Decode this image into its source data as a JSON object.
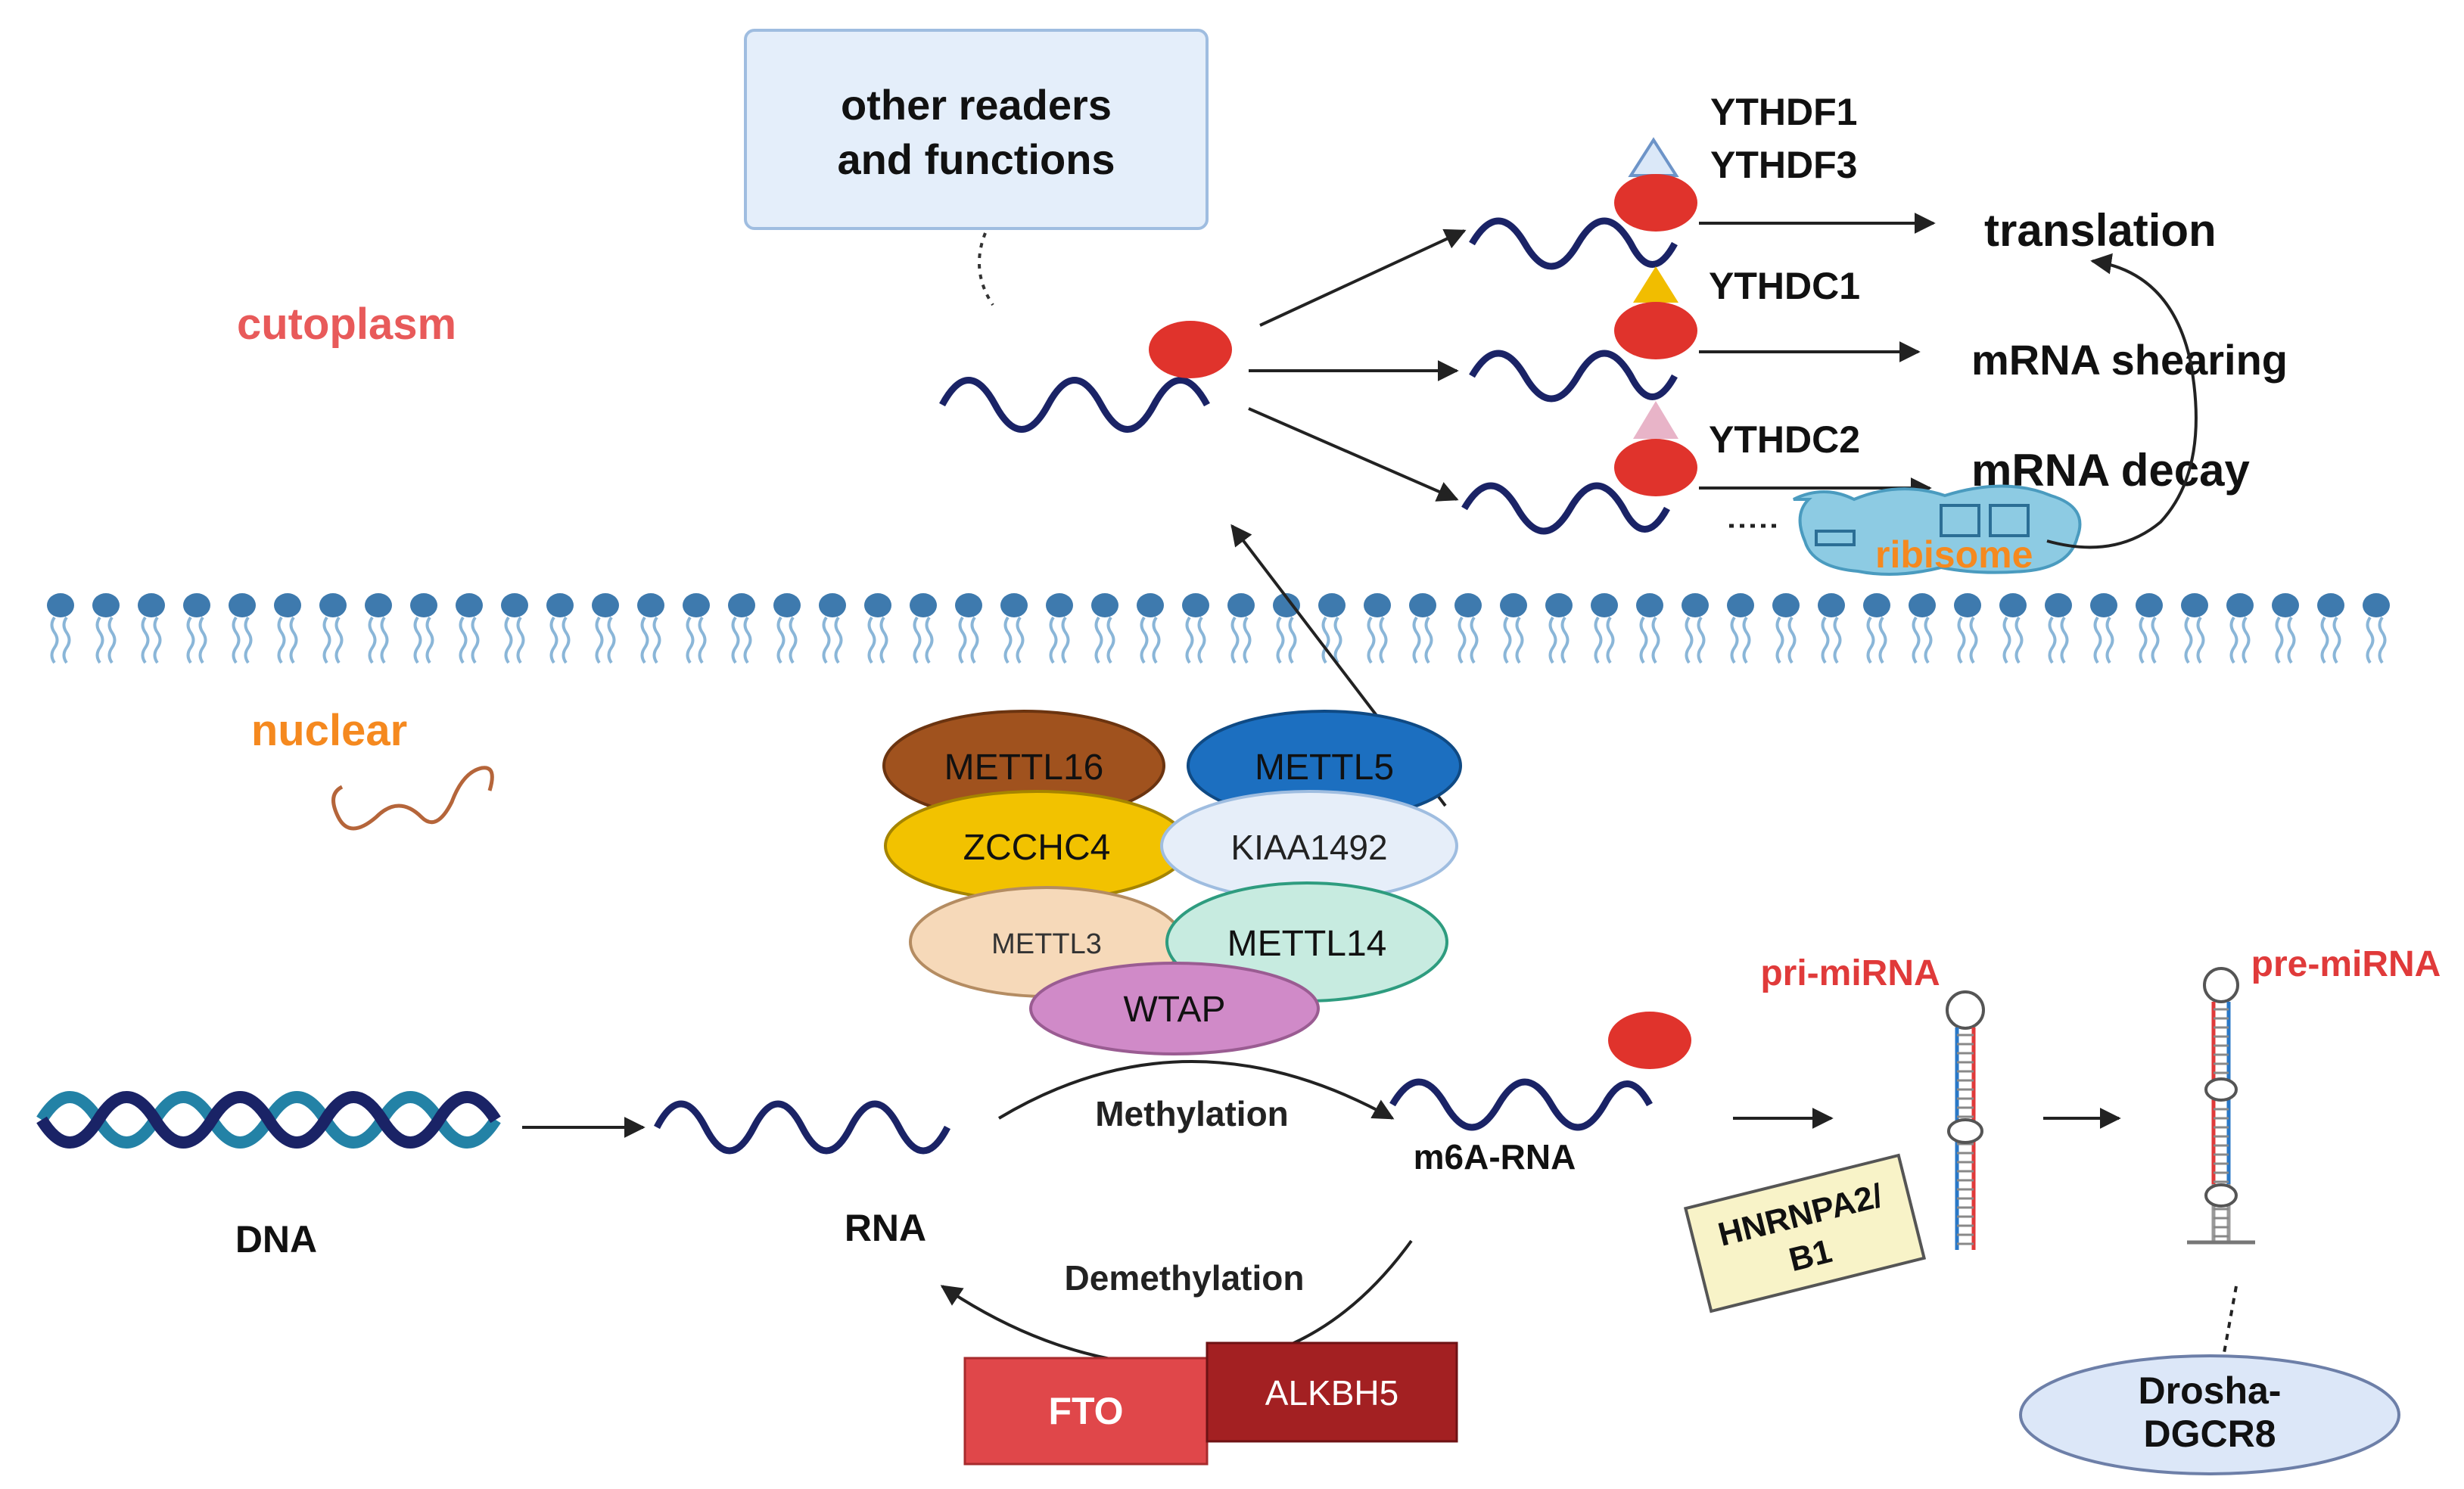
{
  "regions": {
    "cytoplasm": "cutoplasm",
    "nucleus": "nuclear"
  },
  "readers_box": {
    "line1": "other readers",
    "line2": "and  functions"
  },
  "readers": {
    "ythdf1": "YTHDF1",
    "ythdf3": "YTHDF3",
    "ythdc1": "YTHDC1",
    "ythdc2": "YTHDC2"
  },
  "outcomes": {
    "translation": "translation",
    "shearing": "mRNA shearing",
    "decay": "mRNA decay"
  },
  "ribosome": "ribisome",
  "writers": {
    "mettl16": "METTL16",
    "mettl5": "METTL5",
    "zcchc4": "ZCCHC4",
    "kiaa1492": "KIAA1492",
    "mettl3": "METTL3",
    "mettl14": "METTL14",
    "wtap": "WTAP"
  },
  "molecules": {
    "dna": "DNA",
    "rna": "RNA",
    "m6a_rna": "m6A-RNA"
  },
  "processes": {
    "methylation": "Methylation",
    "demethylation": "Demethylation"
  },
  "erasers": {
    "fto": "FTO",
    "alkbh5": "ALKBH5"
  },
  "mirna": {
    "pri": "pri-miRNA",
    "pre": "pre-miRNA",
    "hnrnp_line1": "HNRNPA2/",
    "hnrnp_line2": "B1",
    "drosha_line1": "Drosha-",
    "drosha_line2": "DGCR8"
  },
  "colors": {
    "rna_strand": "#1a2366",
    "m6a_mark": "#e0332c",
    "membrane": "#8ab6d8",
    "membrane_head": "#3e7aae",
    "region_cytoplasm": "#e85a5a",
    "region_nucleus": "#f5891f",
    "mirna_label": "#e03a3a",
    "mettl16": "#a0521e",
    "mettl5": "#1c6fc0",
    "zcchc4": "#f2c200",
    "kiaa1492": "#e6eef9",
    "mettl3": "#f6d9b9",
    "mettl14": "#c7ebe0",
    "wtap": "#d08ac8",
    "fto": "#e0474a",
    "alkbh5": "#a32022",
    "ythdc1_mark": "#f1bd00",
    "ythdc2_mark": "#e8b4c8",
    "ythdf_mark": "#dbe8f8"
  }
}
